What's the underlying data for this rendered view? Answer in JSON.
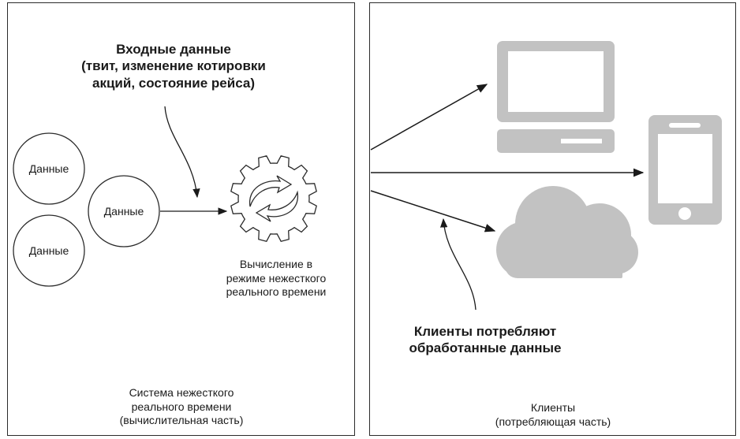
{
  "left_panel": {
    "input_title": [
      "Входные данные",
      "(твит, изменение котировки",
      "акций, состояние рейса)"
    ],
    "data_circles": [
      "Данные",
      "Данные",
      "Данные"
    ],
    "compute_label": [
      "Вычисление в",
      "режиме нежесткого",
      "реального времени"
    ],
    "footer": [
      "Система нежесткого",
      "реального времени",
      "(вычислительная часть)"
    ]
  },
  "right_panel": {
    "clients_caption": [
      "Клиенты потребляют",
      "обработанные данные"
    ],
    "footer": [
      "Клиенты",
      "(потребляющая часть)"
    ]
  },
  "icons": [
    "desktop-computer-icon",
    "mobile-phone-icon",
    "cloud-icon",
    "gear-icon",
    "refresh-arrows-icon"
  ],
  "colors": {
    "border": "#2b2b2b",
    "icon_gray": "#c2c2c2",
    "text": "#1a1a1a"
  }
}
